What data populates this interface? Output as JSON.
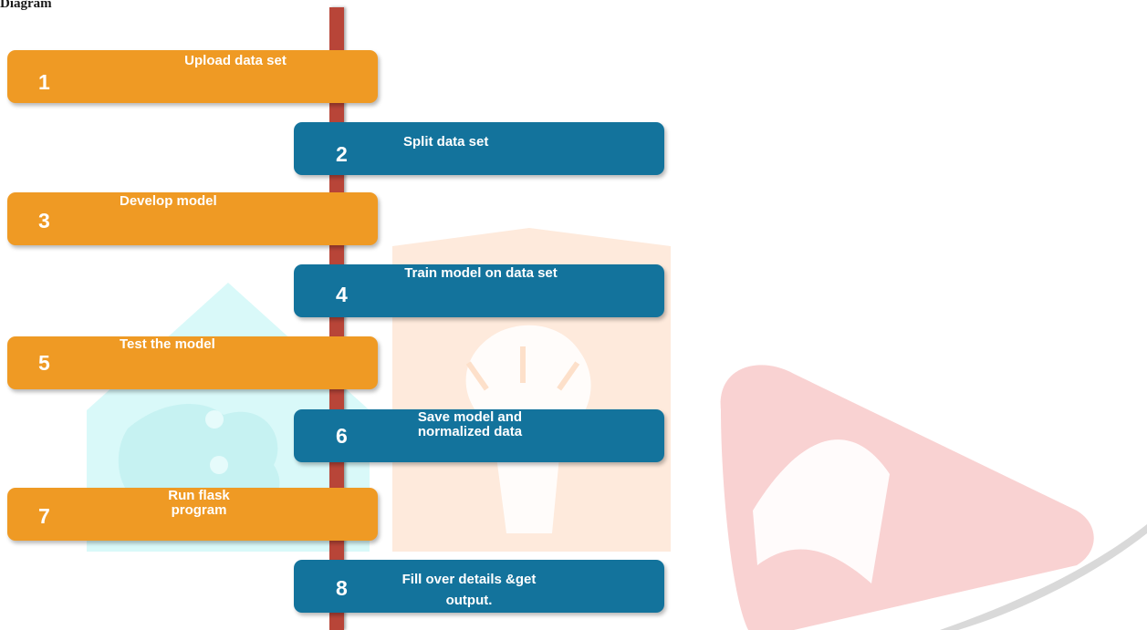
{
  "page": {
    "heading": "Diagram"
  },
  "colors": {
    "orange": "#ef9a24",
    "blue": "#13739c",
    "spine": "#b84538",
    "watermark_cyan": "#c9f5f5",
    "watermark_peach": "#fde3cf",
    "watermark_red": "#f7cccc"
  },
  "steps": [
    {
      "number": "1",
      "text": "Upload data set",
      "color": "orange"
    },
    {
      "number": "2",
      "text": "Split data set",
      "color": "blue"
    },
    {
      "number": "3",
      "text": "Develop model",
      "color": "orange"
    },
    {
      "number": "4",
      "text": "Train model on data set",
      "color": "blue"
    },
    {
      "number": "5",
      "text": "Test the model",
      "color": "orange"
    },
    {
      "number": "6",
      "text": "Save model and normalized data",
      "color": "blue"
    },
    {
      "number": "7",
      "text": "Run flask program",
      "color": "orange"
    },
    {
      "number": "8",
      "text": "Fill over details &get output.",
      "color": "blue"
    }
  ],
  "watermark": {
    "icons": [
      "circuit-house-icon",
      "lightbulb-icon",
      "play-book-logo-icon"
    ]
  }
}
